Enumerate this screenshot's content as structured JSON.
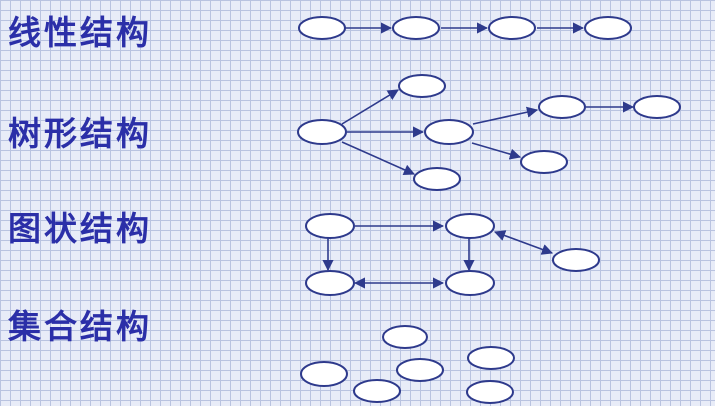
{
  "labels": {
    "linear": "线性结构",
    "tree": "树形结构",
    "graph": "图状结构",
    "set": "集合结构"
  }
}
